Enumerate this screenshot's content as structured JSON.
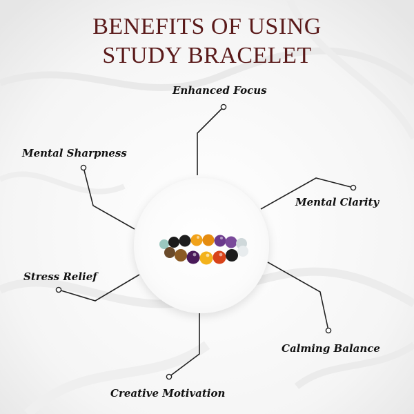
{
  "title": {
    "line1": "BENEFITS OF USING",
    "line2": "STUDY BRACELET"
  },
  "benefits": [
    {
      "id": "enhanced-focus",
      "label": "Enhanced Focus"
    },
    {
      "id": "mental-sharpness",
      "label": "Mental Sharpness"
    },
    {
      "id": "mental-clarity",
      "label": "Mental Clarity"
    },
    {
      "id": "stress-relief",
      "label": "Stress Relief"
    },
    {
      "id": "calming-balance",
      "label": "Calming Balance"
    },
    {
      "id": "creative-motivation",
      "label": "Creative Motivation"
    }
  ],
  "colors": {
    "title": "#5a1a1a",
    "text": "#111111",
    "line": "#222222"
  }
}
